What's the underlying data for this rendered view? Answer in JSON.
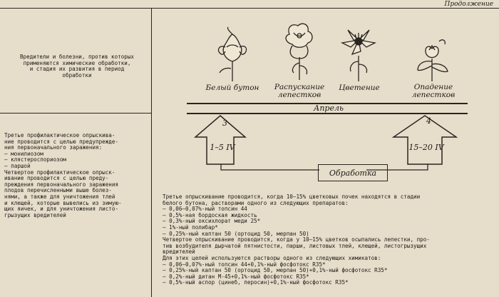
{
  "header": {
    "continued": "Продолжение"
  },
  "left": {
    "title_lines": [
      "Вредители и болезни, против которых",
      "применяются химические обработки,",
      "и стадия их развития в период",
      "обработки"
    ],
    "body_lines": [
      "Третье профилактическое опрыскива-",
      "ние проводится с целью предупрежде-",
      "ния первоначального заражения:",
      "— монилиозом",
      "— клястероспориозом",
      "— паршой",
      "Четвертое профилактическое опрыск-",
      "ивание проводится с целью преду-",
      "преждения первоначального заражения",
      "плодов перечисленными выше болез-",
      "нями, а также для уничтожения тлей",
      "и клещей, которые вывелись из зимую-",
      "щих яичек, и для уничтожения листо-",
      "грызущих вредителей"
    ]
  },
  "diagram": {
    "stages": [
      {
        "label_lines": [
          "Белый бутон"
        ],
        "icon": "white-bud-icon"
      },
      {
        "label_lines": [
          "Распускание",
          "лепестков"
        ],
        "icon": "petal-opening-icon"
      },
      {
        "label_lines": [
          "Цветение"
        ],
        "icon": "flowering-icon"
      },
      {
        "label_lines": [
          "Опадение",
          "лепестков"
        ],
        "icon": "petal-fall-icon"
      }
    ],
    "month": "Апрель",
    "arrows": [
      {
        "number": "3",
        "dates": "1–5 IV"
      },
      {
        "number": "4",
        "dates": "15–20 IV"
      }
    ],
    "treatment_label": "Обработка"
  },
  "right": {
    "body_lines": [
      "Третье опрыскивание проводится, когда 10—15% цветковых почек находятся в стадии",
      "белого бутона, растворами одного из следующих препаратов:",
      "— 0,06—0,07%-ный топсин 44",
      "— 0,5%-ная бордоская жидкость",
      "— 0,3%-ный оксихлорат меди 25*",
      "— 1%-ный полибар*",
      "— 0,25%-ный каптан 50 (ортоцид 50, мерпан 50)",
      "Четвертое опрыскивание проводится, когда у 10—15% цветков осыпались лепестки, про-",
      "тив возбудителя дырчатой пятнистости, парши, листовых тлей, клещей, листогрызущих",
      "вредителей",
      "Для этих целей используются растворы одного из следующих химикатов:",
      "— 0,06—0,07%-ный топсин 44+0,1%-ный фосфотокс R35*",
      "— 0,25%-ный каптан 50 (ортоцид 50, мерпан 50)+0,1%-ный фосфотокс R35*",
      "— 0,2%-ный дитан М-45+0,1%-ный фосфотокс R35*",
      "— 0,5%-ный аспор (цинеб, перосин)+0,1%-ный фосфотокс R35*"
    ]
  }
}
